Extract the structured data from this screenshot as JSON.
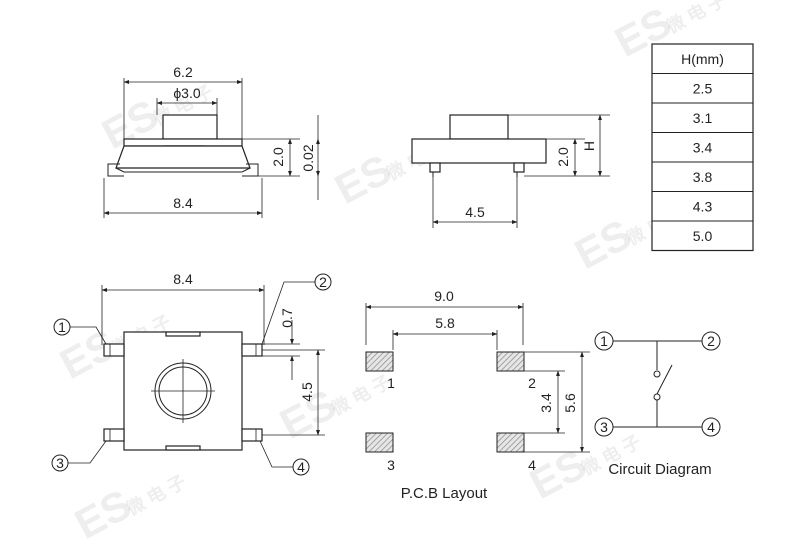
{
  "height_table": {
    "header": "H(mm)",
    "rows": [
      "2.5",
      "3.1",
      "3.4",
      "3.8",
      "4.3",
      "5.0"
    ]
  },
  "side_view": {
    "dim_top_width": "6.2",
    "dim_button_diameter": "ϕ3.0",
    "dim_height": "2.0",
    "dim_small": "0.02",
    "dim_base_width": "8.4"
  },
  "end_view": {
    "dim_height": "2.0",
    "dim_total": "H",
    "dim_width": "4.5"
  },
  "top_view": {
    "dim_width": "8.4",
    "dim_pin_width": "0.7",
    "dim_pin_pitch": "4.5",
    "pins": [
      "1",
      "2",
      "3",
      "4"
    ]
  },
  "pcb_layout": {
    "dim_outer": "9.0",
    "dim_inner": "5.8",
    "dim_v_inner": "3.4",
    "dim_v_outer": "5.6",
    "pads": [
      "1",
      "2",
      "3",
      "4"
    ],
    "caption": "P.C.B Layout"
  },
  "circuit": {
    "pins": [
      "1",
      "2",
      "3",
      "4"
    ],
    "caption": "Circuit Diagram"
  },
  "watermark": {
    "brand": "ES",
    "chars": "微 电 子"
  }
}
